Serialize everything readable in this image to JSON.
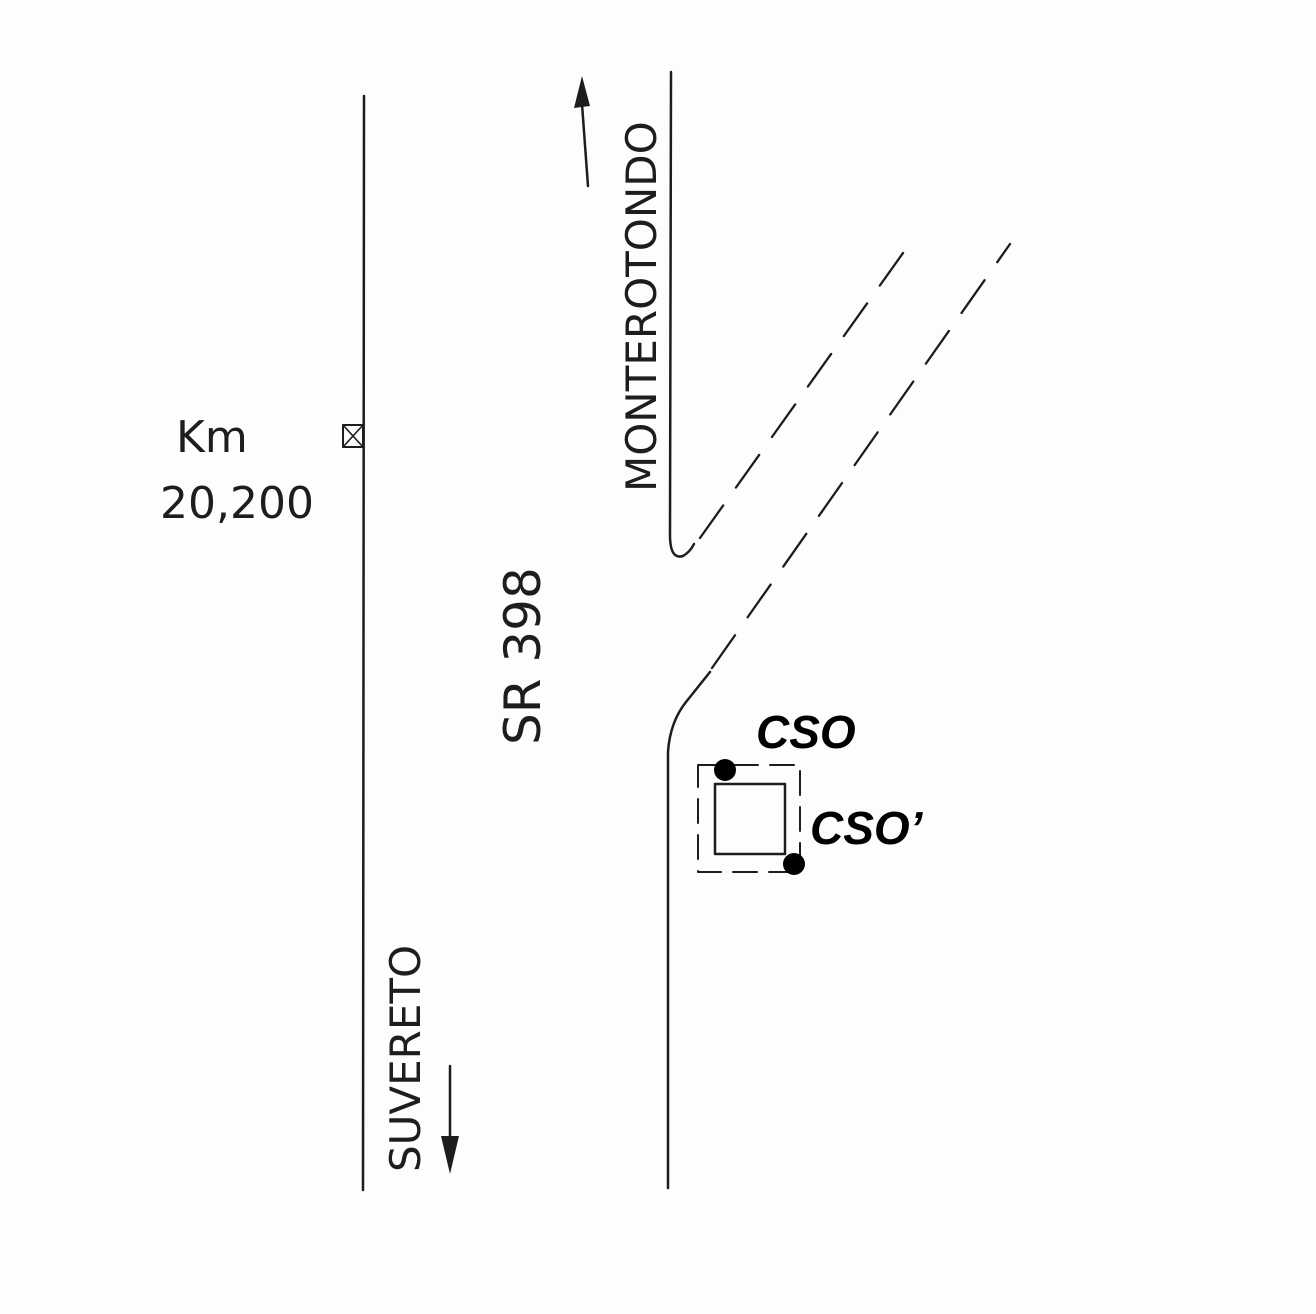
{
  "labels": {
    "km_label": "Km",
    "km_value": "20,200",
    "road_name": "SR 398",
    "direction_north": "MONTEROTONDO",
    "direction_south": "SUVERETO",
    "point_1": "CSO",
    "point_2": "CSO’"
  },
  "colors": {
    "ink": "#1d1d1d",
    "paper": "#fdfdfb"
  }
}
